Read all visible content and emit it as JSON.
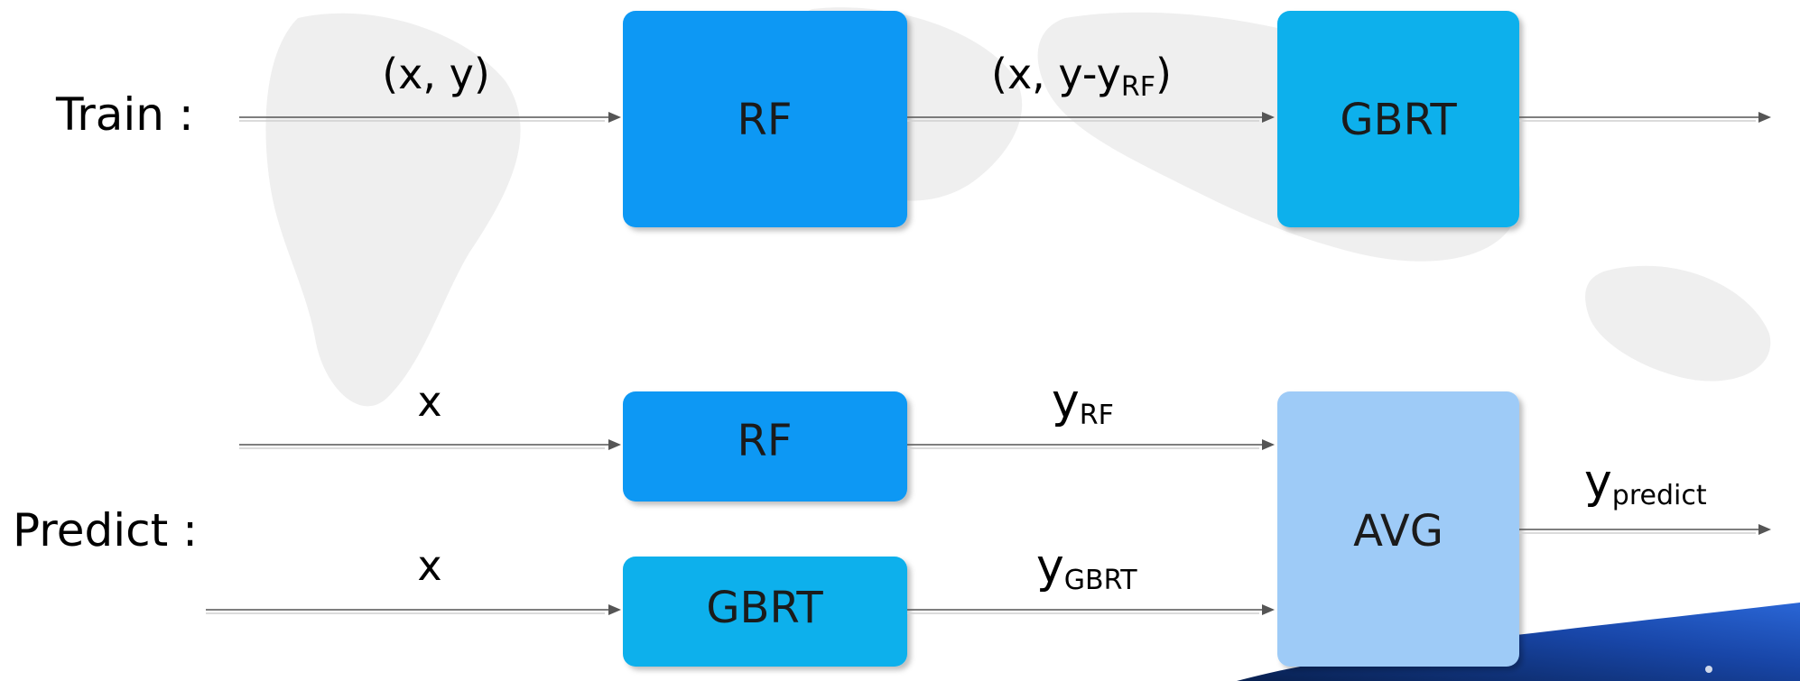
{
  "diagram": {
    "row_labels": {
      "train": "Train :",
      "predict": "Predict :"
    },
    "train": {
      "input_label": "(x, y)",
      "rf_box": "RF",
      "rf_output_prefix": "(x, y-y",
      "rf_output_sub": "RF",
      "rf_output_suffix": ")",
      "gbrt_box": "GBRT"
    },
    "predict": {
      "rf_input_label": "x",
      "gbrt_input_label": "x",
      "rf_box": "RF",
      "gbrt_box": "GBRT",
      "rf_out_main": "y",
      "rf_out_sub": "RF",
      "gbrt_out_main": "y",
      "gbrt_out_sub": "GBRT",
      "avg_box": "AVG",
      "final_out_main": "y",
      "final_out_sub": "predict"
    }
  },
  "colors": {
    "rf_box": "#0a98f4",
    "gbrt_box": "#0ab0ec",
    "avg_box": "#9ecbf7",
    "arrow": "#555555",
    "background_map": "#ececec",
    "corner_dark": "#0d2d7a"
  }
}
